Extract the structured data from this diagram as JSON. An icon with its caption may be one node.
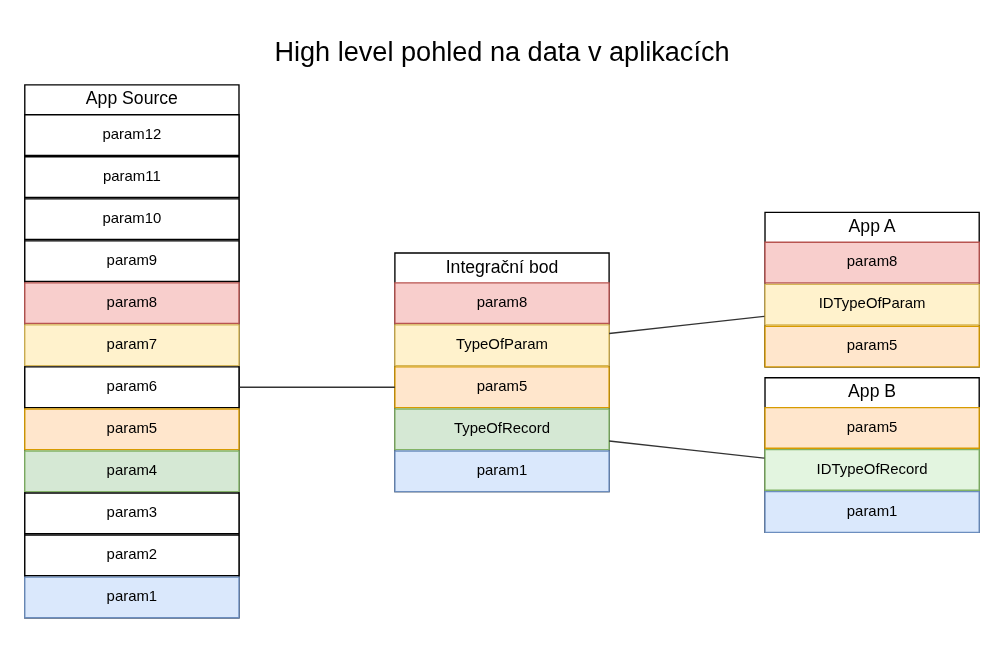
{
  "diagram": {
    "title": "High level pohled na data v aplikacích",
    "nodes": [
      {
        "text": [
          "App Source"
        ]
      },
      {
        "text": [
          "param1"
        ],
        "in": 0
      },
      {
        "text": [
          "param2"
        ],
        "in": 0
      },
      {
        "text": [
          "param3"
        ],
        "in": 0
      },
      {
        "text": [
          "param4"
        ],
        "in": 0
      },
      {
        "text": [
          "param5"
        ],
        "in": 0
      },
      {
        "text": [
          "param6"
        ],
        "in": 0
      },
      {
        "text": [
          "param7"
        ],
        "in": 0
      },
      {
        "text": [
          "param8"
        ],
        "in": 0
      },
      {
        "text": [
          "param9"
        ],
        "in": 0
      },
      {
        "text": [
          "param10"
        ],
        "in": 0
      },
      {
        "text": [
          "param11"
        ],
        "in": 0
      },
      {
        "text": [
          "param12"
        ],
        "in": 0
      },
      {
        "text": [
          "Integrační bod"
        ]
      },
      {
        "text": [
          "param1"
        ],
        "in": 13
      },
      {
        "text": [
          "TypeOfRecord"
        ],
        "in": 13
      },
      {
        "text": [
          "param5"
        ],
        "in": 13
      },
      {
        "text": [
          "TypeOfParam"
        ],
        "in": 13
      },
      {
        "text": [
          "param8"
        ],
        "in": 13
      },
      {
        "text": [
          "App B"
        ]
      },
      {
        "text": [
          "param1"
        ],
        "in": 19
      },
      {
        "text": [
          "IDTypeOfRecord"
        ],
        "in": 19
      },
      {
        "text": [
          "param5"
        ],
        "in": 19
      },
      {
        "text": [
          "App A"
        ]
      },
      {
        "text": [
          "param5"
        ],
        "in": 23
      },
      {
        "text": [
          "IDTypeOfParam"
        ],
        "in": 23
      },
      {
        "text": [
          "param8"
        ],
        "in": 23
      }
    ],
    "edges": [
      {
        "from": 6,
        "to": 13,
        "arrow": "none"
      },
      {
        "from": 15,
        "to": 21,
        "arrow": "none"
      },
      {
        "from": 17,
        "to": 25,
        "arrow": "none"
      }
    ]
  }
}
